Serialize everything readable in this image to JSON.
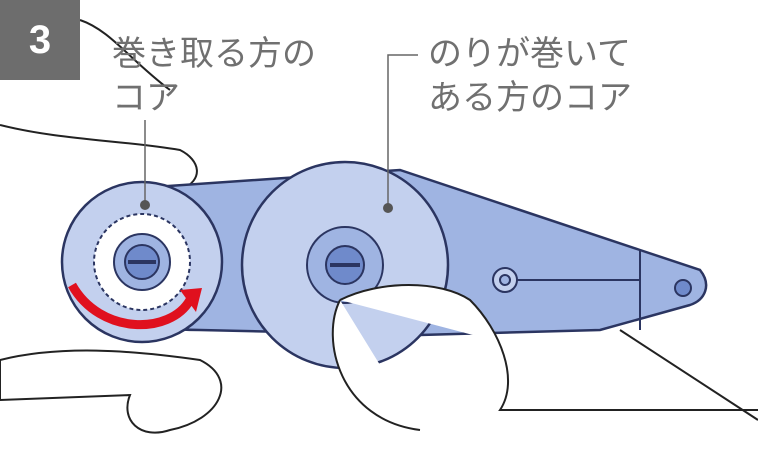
{
  "step_number": "3",
  "labels": {
    "take_up_core": "巻き取る方の\nコア",
    "glue_core": "のりが巻いて\nある方のコア"
  },
  "colors": {
    "body": "#9fb4e2",
    "disc": "#c3d0ee",
    "outline": "#2b3561",
    "arrow": "#e0101e",
    "badge": "#6d6d6d",
    "label_text": "#707070"
  }
}
